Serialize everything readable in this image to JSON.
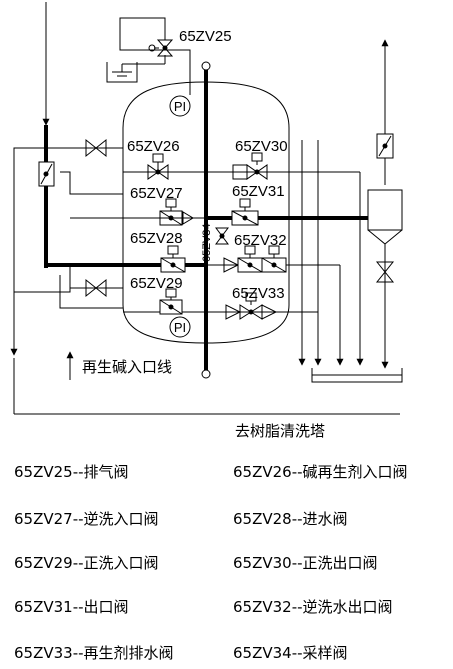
{
  "valves": {
    "zv25": "65ZV25",
    "zv26": "65ZV26",
    "zv27": "65ZV27",
    "zv28": "65ZV28",
    "zv29": "65ZV29",
    "zv30": "65ZV30",
    "zv31": "65ZV31",
    "zv32": "65ZV32",
    "zv33": "65ZV33",
    "zv34": "65ZV34"
  },
  "instruments": {
    "pi_top": "PI",
    "pi_bottom": "PI"
  },
  "annotations": {
    "regen_alkali_inlet": "再生碱入口线",
    "caption": "去树脂清洗塔"
  },
  "legend": [
    [
      "65ZV25--排气阀",
      "65ZV26--碱再生剂入口阀"
    ],
    [
      "65ZV27--逆洗入口阀",
      "65ZV28--进水阀"
    ],
    [
      "65ZV29--正洗入口阀",
      "65ZV30--正洗出口阀"
    ],
    [
      "65ZV31--出口阀",
      "65ZV32--逆洗水出口阀"
    ],
    [
      "65ZV33--再生剂排水阀",
      "65ZV34--采样阀"
    ]
  ]
}
